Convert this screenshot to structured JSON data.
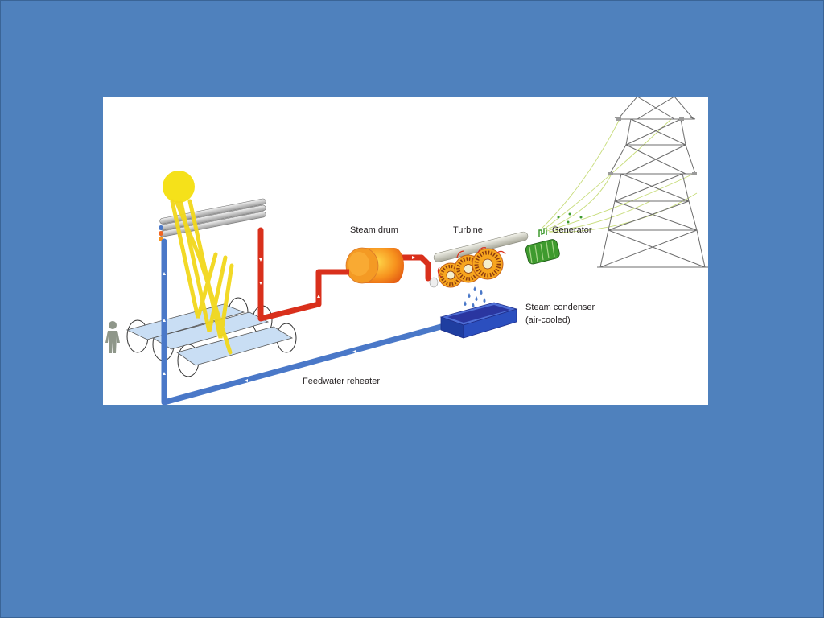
{
  "diagram": {
    "labels": {
      "steam_drum": "Steam drum",
      "turbine": "Turbine",
      "generator": "Generator",
      "steam_condenser_line1": "Steam condenser",
      "steam_condenser_line2": "(air-cooled)",
      "feedwater_reheater": "Feedwater reheater"
    }
  },
  "colors": {
    "slide_background": "#4f81bd",
    "hot_pipe": "#d9301c",
    "cold_pipe": "#4a78c8",
    "sun": "#f5e11a",
    "sun_rays": "#f2d81c",
    "generator": "#3e9a2e",
    "condenser": "#2b3fa8"
  }
}
